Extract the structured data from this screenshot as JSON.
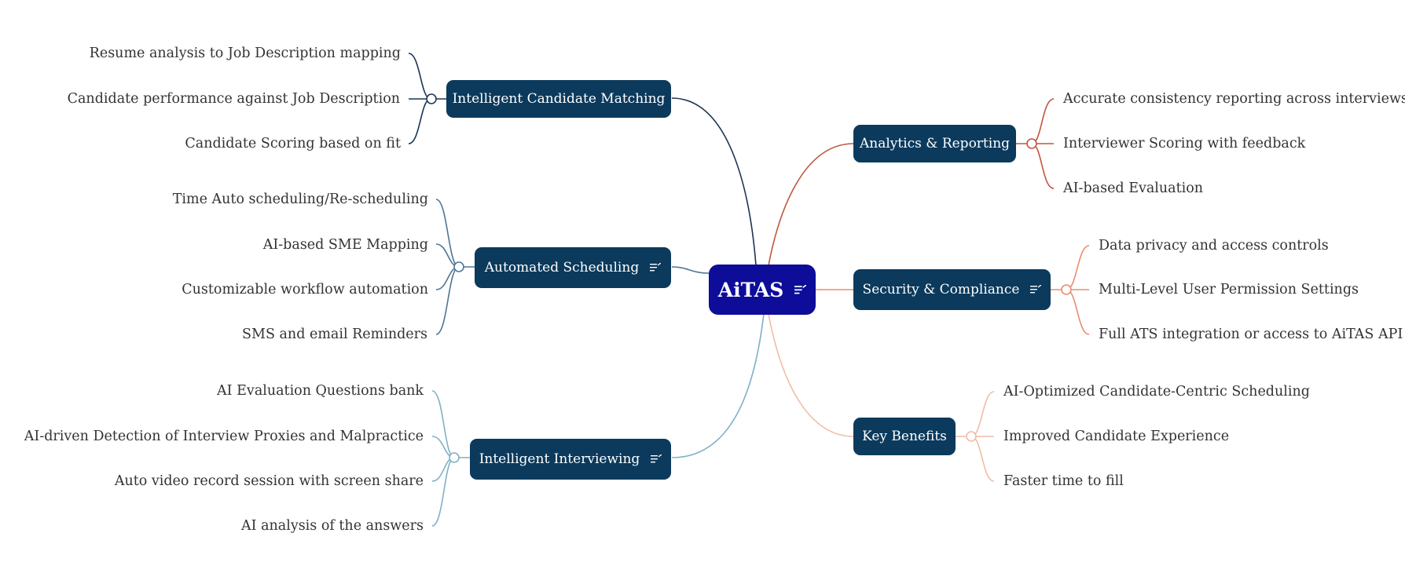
{
  "root": {
    "label": "AiTAS",
    "icon": "note-icon"
  },
  "branches": {
    "matching": {
      "label": "Intelligent Candidate Matching",
      "color": "#1b3552",
      "leaves": [
        "Resume analysis to Job Description mapping",
        "Candidate performance against Job Description",
        "Candidate Scoring based on fit"
      ]
    },
    "scheduling": {
      "label": "Automated Scheduling",
      "icon": "note-icon",
      "color": "#4f7693",
      "leaves": [
        "Time Auto scheduling/Re-scheduling",
        "AI-based SME Mapping",
        "Customizable workflow automation",
        "SMS and email Reminders"
      ]
    },
    "interviewing": {
      "label": "Intelligent Interviewing",
      "icon": "note-icon",
      "color": "#7fb1c4",
      "leaves": [
        "AI Evaluation Questions bank",
        "AI-driven Detection of Interview Proxies and Malpractice",
        "Auto video record session with screen share",
        "AI analysis of the answers"
      ]
    },
    "analytics": {
      "label": "Analytics & Reporting",
      "color": "#c0563e",
      "leaves": [
        "Accurate consistency reporting across interviews",
        "Interviewer Scoring with feedback",
        "AI-based Evaluation"
      ]
    },
    "security": {
      "label": "Security & Compliance",
      "icon": "note-icon",
      "color": "#ec8a70",
      "leaves": [
        "Data privacy and access controls",
        "Multi-Level User Permission Settings",
        "Full ATS integration or access to AiTAS API"
      ]
    },
    "benefits": {
      "label": "Key Benefits",
      "color": "#f2bba6",
      "leaves": [
        "AI-Optimized Candidate-Centric Scheduling",
        "Improved Candidate Experience",
        "Faster time to fill"
      ]
    }
  }
}
